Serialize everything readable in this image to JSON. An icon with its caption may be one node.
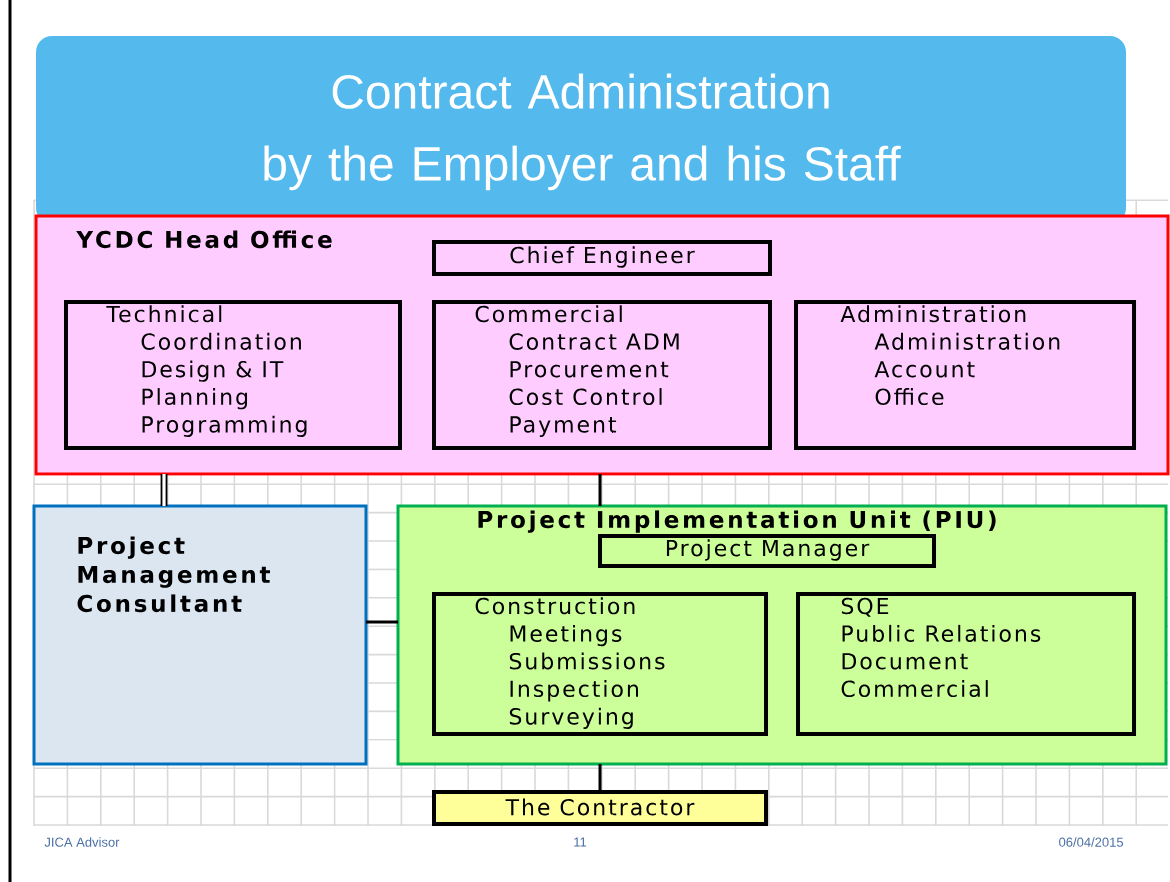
{
  "diagram": {
    "title": "Contract Administration by the Employer and his Staff",
    "nodes": [
      {
        "text": [
          "YCDC Head Office"
        ]
      },
      {
        "text": [
          "Chief Engineer"
        ],
        "in": 0
      },
      {
        "text": [
          "Technical",
          "Coordination",
          "Design & IT",
          "Planning",
          "Programming"
        ],
        "in": 0
      },
      {
        "text": [
          "Commercial",
          "Contract ADM",
          "Procurement",
          "Cost Control",
          "Payment"
        ],
        "in": 0
      },
      {
        "text": [
          "Administration",
          "Administration",
          "Account",
          "Office"
        ],
        "in": 0
      },
      {
        "text": [
          "Project Management Consultant"
        ]
      },
      {
        "text": [
          "Project Implementation Unit (PIU)"
        ]
      },
      {
        "text": [
          "Project Manager"
        ],
        "in": 6
      },
      {
        "text": [
          "Construction",
          "Meetings",
          "Submissions",
          "Inspection",
          "Surveying"
        ],
        "in": 6
      },
      {
        "text": [
          "SQE",
          "Public Relations",
          "Document",
          "Commercial"
        ],
        "in": 6
      },
      {
        "text": [
          "The Contractor"
        ]
      }
    ],
    "edges": [
      {
        "from": 0,
        "to": 5,
        "arrow": "none",
        "style": "thick"
      },
      {
        "from": 0,
        "to": 6,
        "arrow": "none"
      },
      {
        "from": 5,
        "to": 6,
        "arrow": "none"
      },
      {
        "from": 6,
        "to": 10,
        "arrow": "none"
      }
    ],
    "labels": [
      "JICA Advisor",
      "11",
      "06/04/2015"
    ]
  }
}
